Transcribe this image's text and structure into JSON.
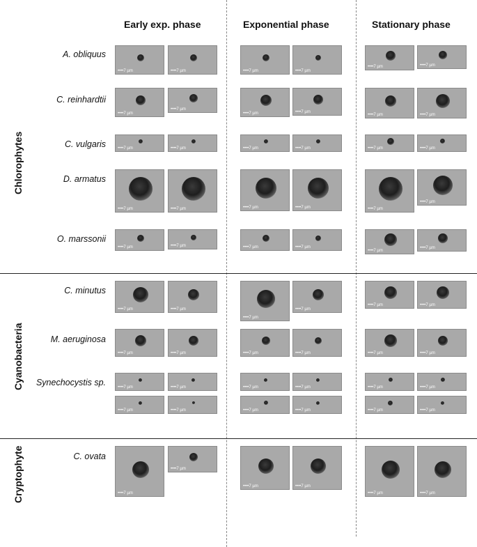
{
  "columns": [
    "Early exp. phase",
    "Exponential phase",
    "Stationary phase"
  ],
  "groups": [
    "Chlorophytes",
    "Cyanobacteria",
    "Cryptophyte"
  ],
  "species": [
    "A. obliquus",
    "C.  reinhardtii",
    "C. vulgaris",
    "D. armatus",
    "O. marssonii",
    "C. minutus",
    "M. aeruginosa",
    "Synechocystis sp.",
    "C. ovata"
  ],
  "scale_bar_label": "••••7 µm"
}
